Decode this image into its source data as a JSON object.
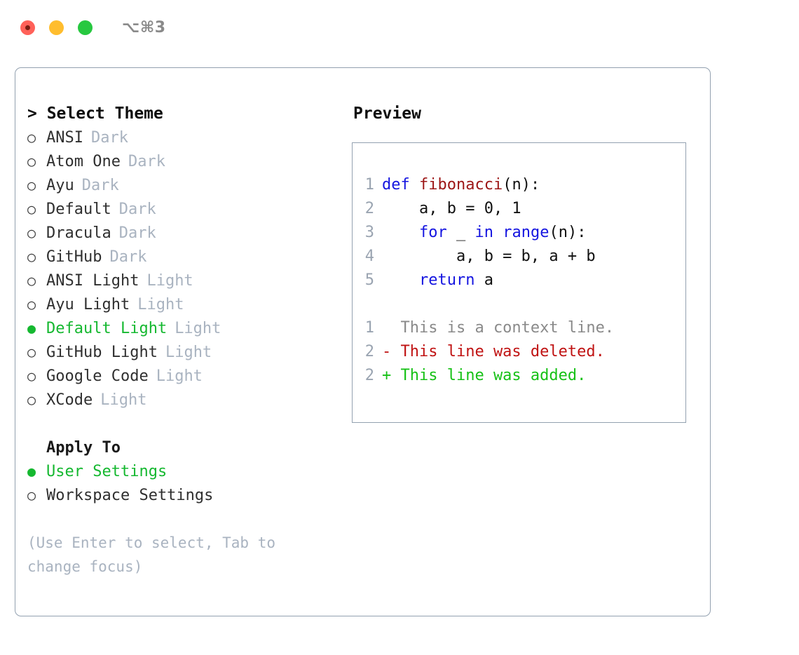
{
  "titlebar": {
    "shortcut": "⌥⌘3",
    "buttons": [
      {
        "name": "close",
        "color": "#ff6159"
      },
      {
        "name": "minimize",
        "color": "#ffbd2e"
      },
      {
        "name": "maximize",
        "color": "#27c840"
      }
    ]
  },
  "colors": {
    "selected_green": "#15b830",
    "muted_gray": "#a9b3c0",
    "keyword_blue": "#1515e0",
    "function_red": "#9c1616",
    "diff_delete": "#c01313",
    "diff_add": "#16c116",
    "border": "#93a1b0"
  },
  "theme_list": {
    "title": "> Select Theme",
    "marker_unselected": "○",
    "marker_selected": "●",
    "items": [
      {
        "label": "ANSI",
        "variant": "Dark",
        "selected": false
      },
      {
        "label": "Atom One",
        "variant": "Dark",
        "selected": false
      },
      {
        "label": "Ayu",
        "variant": "Dark",
        "selected": false
      },
      {
        "label": "Default",
        "variant": "Dark",
        "selected": false
      },
      {
        "label": "Dracula",
        "variant": "Dark",
        "selected": false
      },
      {
        "label": "GitHub",
        "variant": "Dark",
        "selected": false
      },
      {
        "label": "ANSI Light",
        "variant": "Light",
        "selected": false
      },
      {
        "label": "Ayu Light",
        "variant": "Light",
        "selected": false
      },
      {
        "label": "Default Light",
        "variant": "Light",
        "selected": true
      },
      {
        "label": "GitHub Light",
        "variant": "Light",
        "selected": false
      },
      {
        "label": "Google Code",
        "variant": "Light",
        "selected": false
      },
      {
        "label": "XCode",
        "variant": "Light",
        "selected": false
      }
    ]
  },
  "apply_to": {
    "title": "Apply To",
    "items": [
      {
        "label": "User Settings",
        "selected": true
      },
      {
        "label": "Workspace Settings",
        "selected": false
      }
    ]
  },
  "hint": "(Use Enter to select, Tab to change focus)",
  "preview": {
    "title": "Preview",
    "code_lines": [
      {
        "number": "1",
        "tokens": [
          {
            "text": "def ",
            "type": "kw"
          },
          {
            "text": "fibonacci",
            "type": "fn"
          },
          {
            "text": "(n):",
            "type": "plain"
          }
        ]
      },
      {
        "number": "2",
        "tokens": [
          {
            "text": "    a, b = 0, 1",
            "type": "plain"
          }
        ]
      },
      {
        "number": "3",
        "tokens": [
          {
            "text": "    ",
            "type": "plain"
          },
          {
            "text": "for",
            "type": "kw"
          },
          {
            "text": " _ ",
            "type": "plain"
          },
          {
            "text": "in range",
            "type": "kw"
          },
          {
            "text": "(n):",
            "type": "plain"
          }
        ]
      },
      {
        "number": "4",
        "tokens": [
          {
            "text": "        a, b = b, a + b",
            "type": "plain"
          }
        ]
      },
      {
        "number": "5",
        "tokens": [
          {
            "text": "    ",
            "type": "plain"
          },
          {
            "text": "return",
            "type": "kw"
          },
          {
            "text": " a",
            "type": "plain"
          }
        ]
      }
    ],
    "diff_lines": [
      {
        "number": "1",
        "text": "  This is a context line.",
        "type": "ctx"
      },
      {
        "number": "2",
        "text": "- This line was deleted.",
        "type": "del"
      },
      {
        "number": "2",
        "text": "+ This line was added.",
        "type": "add"
      }
    ]
  }
}
